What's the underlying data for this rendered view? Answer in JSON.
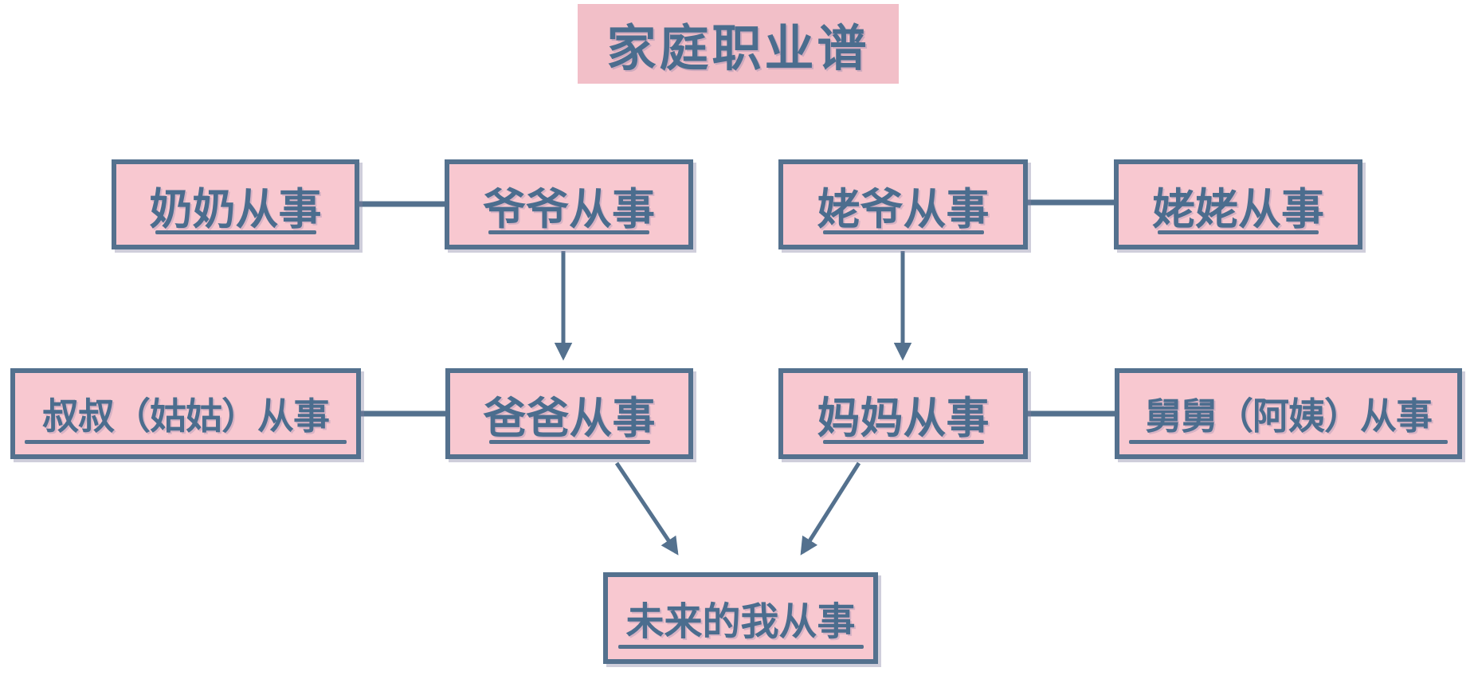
{
  "title": {
    "text": "家庭职业谱"
  },
  "colors": {
    "line": "#54718e",
    "text": "#4b6d8e",
    "box_fill": "#f8c8d0",
    "title_fill": "#f2bfc8",
    "background": "#ffffff"
  },
  "nodes": [
    {
      "id": "grandma-paternal",
      "label": "奶奶从事",
      "blank": ""
    },
    {
      "id": "grandpa-paternal",
      "label": "爷爷从事",
      "blank": ""
    },
    {
      "id": "grandpa-maternal",
      "label": "姥爷从事",
      "blank": ""
    },
    {
      "id": "grandma-maternal",
      "label": "姥姥从事",
      "blank": ""
    },
    {
      "id": "uncle-aunt-paternal",
      "label": "叔叔（姑姑）从事",
      "blank": ""
    },
    {
      "id": "father",
      "label": "爸爸从事",
      "blank": ""
    },
    {
      "id": "mother",
      "label": "妈妈从事",
      "blank": ""
    },
    {
      "id": "uncle-aunt-maternal",
      "label": "舅舅（阿姨）从事",
      "blank": ""
    },
    {
      "id": "future-me",
      "label": "未来的我从事",
      "blank": ""
    }
  ],
  "edges": [
    {
      "from": "grandma-paternal",
      "to": "grandpa-paternal",
      "type": "plain-line"
    },
    {
      "from": "grandpa-maternal",
      "to": "grandma-maternal",
      "type": "plain-line"
    },
    {
      "from": "uncle-aunt-paternal",
      "to": "father",
      "type": "plain-line"
    },
    {
      "from": "mother",
      "to": "uncle-aunt-maternal",
      "type": "plain-line"
    },
    {
      "from": "grandpa-paternal",
      "to": "father",
      "type": "arrow"
    },
    {
      "from": "grandpa-maternal",
      "to": "mother",
      "type": "arrow"
    },
    {
      "from": "father",
      "to": "future-me",
      "type": "arrow"
    },
    {
      "from": "mother",
      "to": "future-me",
      "type": "arrow"
    }
  ]
}
